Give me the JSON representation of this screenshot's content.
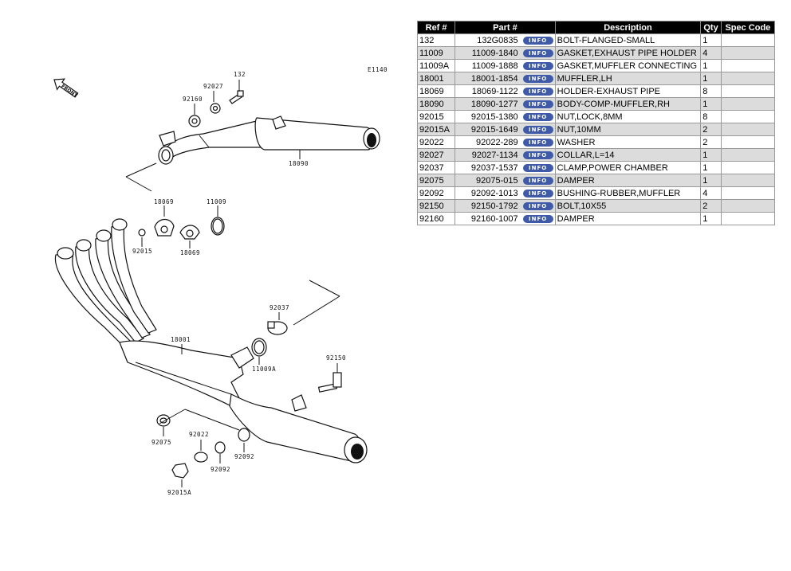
{
  "diagram": {
    "code": "E1140",
    "front_label": "FRONT",
    "callouts": {
      "c132": "132",
      "c92027": "92027",
      "c92160": "92160",
      "c18090": "18090",
      "c18069a": "18069",
      "c11009": "11009",
      "c92015": "92015",
      "c18069b": "18069",
      "c92037": "92037",
      "c18001": "18001",
      "c11009a": "11009A",
      "c92150": "92150",
      "c92075": "92075",
      "c92022": "92022",
      "c92092a": "92092",
      "c92092b": "92092",
      "c92015a": "92015A"
    }
  },
  "table": {
    "headers": [
      "Ref #",
      "Part #",
      "Description",
      "Qty",
      "Spec Code"
    ],
    "info_label": "INFO",
    "rows": [
      {
        "ref": "132",
        "part": "132G0835",
        "desc": "BOLT-FLANGED-SMALL",
        "qty": "1",
        "spec": ""
      },
      {
        "ref": "11009",
        "part": "11009-1840",
        "desc": "GASKET,EXHAUST PIPE HOLDER",
        "qty": "4",
        "spec": ""
      },
      {
        "ref": "11009A",
        "part": "11009-1888",
        "desc": "GASKET,MUFFLER CONNECTING",
        "qty": "1",
        "spec": ""
      },
      {
        "ref": "18001",
        "part": "18001-1854",
        "desc": "MUFFLER,LH",
        "qty": "1",
        "spec": ""
      },
      {
        "ref": "18069",
        "part": "18069-1122",
        "desc": "HOLDER-EXHAUST PIPE",
        "qty": "8",
        "spec": ""
      },
      {
        "ref": "18090",
        "part": "18090-1277",
        "desc": "BODY-COMP-MUFFLER,RH",
        "qty": "1",
        "spec": ""
      },
      {
        "ref": "92015",
        "part": "92015-1380",
        "desc": "NUT,LOCK,8MM",
        "qty": "8",
        "spec": ""
      },
      {
        "ref": "92015A",
        "part": "92015-1649",
        "desc": "NUT,10MM",
        "qty": "2",
        "spec": ""
      },
      {
        "ref": "92022",
        "part": "92022-289",
        "desc": "WASHER",
        "qty": "2",
        "spec": ""
      },
      {
        "ref": "92027",
        "part": "92027-1134",
        "desc": "COLLAR,L=14",
        "qty": "1",
        "spec": ""
      },
      {
        "ref": "92037",
        "part": "92037-1537",
        "desc": "CLAMP,POWER CHAMBER",
        "qty": "1",
        "spec": ""
      },
      {
        "ref": "92075",
        "part": "92075-015",
        "desc": "DAMPER",
        "qty": "1",
        "spec": ""
      },
      {
        "ref": "92092",
        "part": "92092-1013",
        "desc": "BUSHING-RUBBER,MUFFLER",
        "qty": "4",
        "spec": ""
      },
      {
        "ref": "92150",
        "part": "92150-1792",
        "desc": "BOLT,10X55",
        "qty": "2",
        "spec": ""
      },
      {
        "ref": "92160",
        "part": "92160-1007",
        "desc": "DAMPER",
        "qty": "1",
        "spec": ""
      }
    ]
  }
}
